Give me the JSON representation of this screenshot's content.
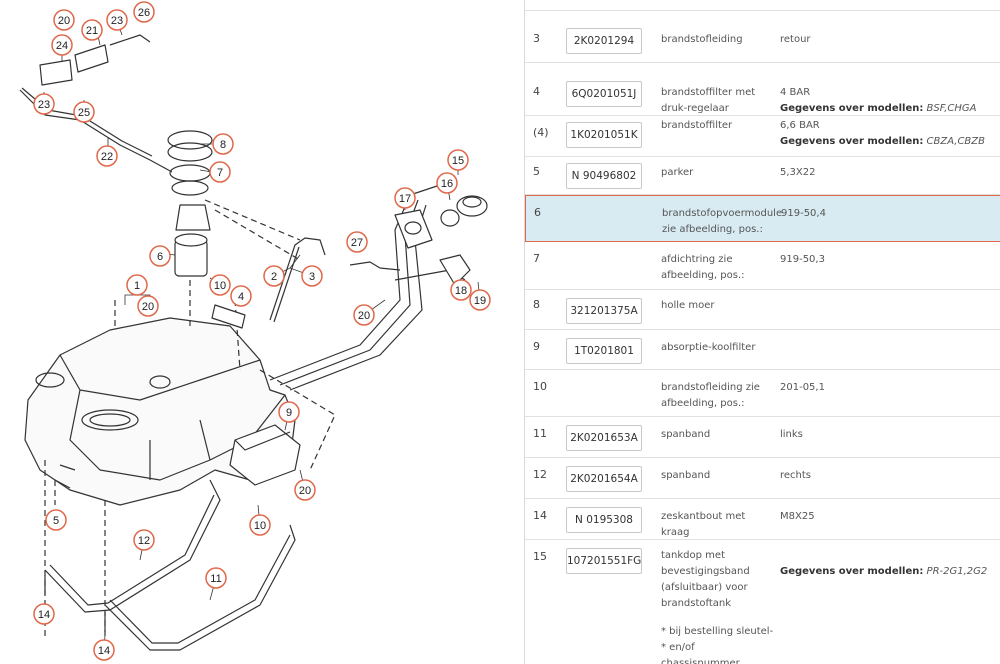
{
  "diagram": {
    "callouts": [
      "1",
      "2",
      "3",
      "4",
      "5",
      "6",
      "7",
      "8",
      "9",
      "10",
      "10",
      "11",
      "12",
      "14",
      "14",
      "15",
      "16",
      "17",
      "18",
      "19",
      "20",
      "20",
      "20",
      "20",
      "21",
      "22",
      "23",
      "23",
      "24",
      "25",
      "26",
      "27"
    ]
  },
  "parts": [
    {
      "pos": "3",
      "part": "2K0201294",
      "desc": "brandstofleiding",
      "info": "retour",
      "models": ""
    },
    {
      "pos": "4",
      "part": "6Q0201051J",
      "desc": "brandstoffilter met druk-regelaar",
      "info": "4 BAR",
      "models_label": "Gegevens over modellen:",
      "models": "BSF,CHGA"
    },
    {
      "pos": "(4)",
      "part": "1K0201051K",
      "desc": "brandstoffilter",
      "info": "6,6 BAR",
      "models_label": "Gegevens over modellen:",
      "models": "CBZA,CBZB"
    },
    {
      "pos": "5",
      "part": "N 90496802",
      "desc": "parker",
      "info": "5,3X22",
      "models": ""
    },
    {
      "pos": "6",
      "part": "",
      "desc": "brandstofopvoermodule zie afbeelding, pos.:",
      "info": "919-50,4",
      "models": ""
    },
    {
      "pos": "7",
      "part": "",
      "desc": "afdichtring zie afbeelding, pos.:",
      "info": "919-50,3",
      "models": ""
    },
    {
      "pos": "8",
      "part": "321201375A",
      "desc": "holle moer",
      "info": "",
      "models": ""
    },
    {
      "pos": "9",
      "part": "1T0201801",
      "desc": "absorptie-koolfilter",
      "info": "",
      "models": ""
    },
    {
      "pos": "10",
      "part": "",
      "desc": "brandstofleiding zie afbeelding, pos.:",
      "info": "201-05,1",
      "models": ""
    },
    {
      "pos": "11",
      "part": "2K0201653A",
      "desc": "spanband",
      "info": "links",
      "models": ""
    },
    {
      "pos": "12",
      "part": "2K0201654A",
      "desc": "spanband",
      "info": "rechts",
      "models": ""
    },
    {
      "pos": "14",
      "part": "N 0195308",
      "desc": "zeskantbout met kraag",
      "info": "M8X25",
      "models": ""
    },
    {
      "pos": "15",
      "part": "107201551FG",
      "desc": "tankdop met bevestigingsband (afsluitbaar) voor brandstoftank",
      "info": "",
      "models_label": "Gegevens over modellen:",
      "models": "PR-2G1,2G2",
      "note1": "* bij bestelling sleutel-",
      "note2": "* en/of chassisnummer"
    }
  ],
  "selected_pos": "6",
  "colors": {
    "accent": "#e0684a",
    "selected_bg": "#d8ebf3"
  }
}
